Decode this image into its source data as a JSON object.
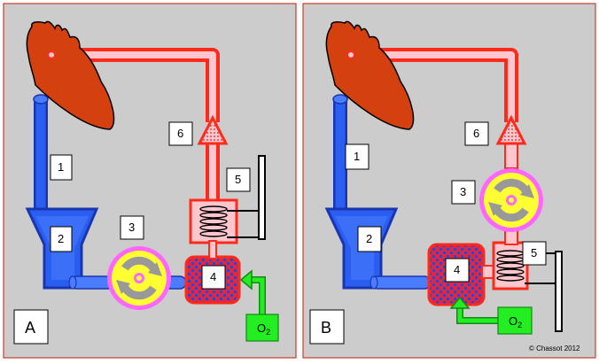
{
  "panels": [
    {
      "letter": "A",
      "labels": [
        "1",
        "2",
        "3",
        "4",
        "5",
        "6"
      ],
      "o2": {
        "main": "O",
        "sub": "2"
      }
    },
    {
      "letter": "B",
      "labels": [
        "1",
        "2",
        "3",
        "4",
        "5",
        "6"
      ],
      "o2": {
        "main": "O",
        "sub": "2"
      }
    }
  ],
  "copyright": "© Chassot 2012",
  "colors": {
    "panel_bg": "#cccccc",
    "panel_border": "#c8402e",
    "venous": "#2a5ef0",
    "venous_dark": "#1a35b0",
    "arterial": "#ff2a1a",
    "arterial_fill": "#ffc6ce",
    "heart": "#d4410e",
    "pump_yellow": "#ffff33",
    "pump_ring": "#ff66ff",
    "oxygen_green": "#22ee22"
  },
  "components": {
    "heart": "heart-icon",
    "reservoir": "venous-reservoir",
    "pump": "roller-pump-icon",
    "oxygenator": "oxygenator",
    "heat_exchanger": "coil-icon",
    "filter": "arterial-filter-icon"
  }
}
